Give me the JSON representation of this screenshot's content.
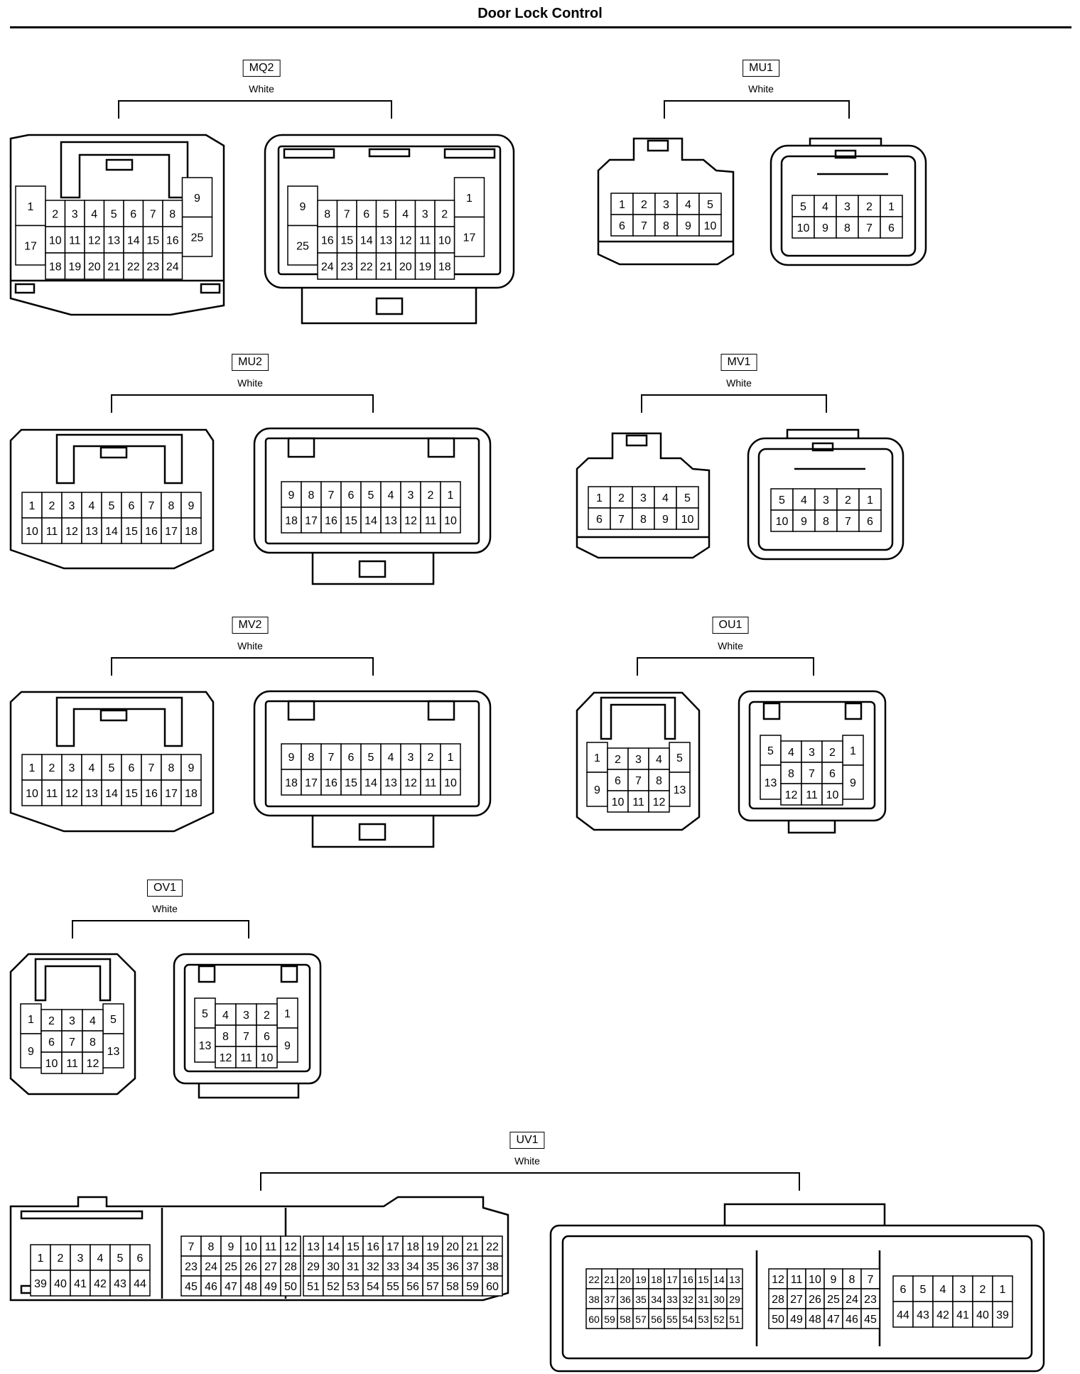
{
  "page": {
    "title": "Door Lock Control"
  },
  "connectors": [
    {
      "id": "mq2",
      "code": "MQ2",
      "color": "White",
      "plug_rows": [
        [
          "1",
          "2",
          "3",
          "4",
          "5",
          "6",
          "7",
          "8",
          "9"
        ],
        [
          "17",
          "10",
          "11",
          "12",
          "13",
          "14",
          "15",
          "16",
          "25"
        ],
        [
          "18",
          "19",
          "20",
          "21",
          "22",
          "23",
          "24"
        ]
      ],
      "socket_rows": [
        [
          "9",
          "8",
          "7",
          "6",
          "5",
          "4",
          "3",
          "2",
          "1"
        ],
        [
          "25",
          "16",
          "15",
          "14",
          "13",
          "12",
          "11",
          "10",
          "17"
        ],
        [
          "24",
          "23",
          "22",
          "21",
          "20",
          "19",
          "18"
        ]
      ]
    },
    {
      "id": "mu1",
      "code": "MU1",
      "color": "White",
      "plug_rows": [
        [
          "1",
          "2",
          "3",
          "4",
          "5"
        ],
        [
          "6",
          "7",
          "8",
          "9",
          "10"
        ]
      ],
      "socket_rows": [
        [
          "5",
          "4",
          "3",
          "2",
          "1"
        ],
        [
          "10",
          "9",
          "8",
          "7",
          "6"
        ]
      ]
    },
    {
      "id": "mu2",
      "code": "MU2",
      "color": "White",
      "plug_rows": [
        [
          "1",
          "2",
          "3",
          "4",
          "5",
          "6",
          "7",
          "8",
          "9"
        ],
        [
          "10",
          "11",
          "12",
          "13",
          "14",
          "15",
          "16",
          "17",
          "18"
        ]
      ],
      "socket_rows": [
        [
          "9",
          "8",
          "7",
          "6",
          "5",
          "4",
          "3",
          "2",
          "1"
        ],
        [
          "18",
          "17",
          "16",
          "15",
          "14",
          "13",
          "12",
          "11",
          "10"
        ]
      ]
    },
    {
      "id": "mv1",
      "code": "MV1",
      "color": "White",
      "plug_rows": [
        [
          "1",
          "2",
          "3",
          "4",
          "5"
        ],
        [
          "6",
          "7",
          "8",
          "9",
          "10"
        ]
      ],
      "socket_rows": [
        [
          "5",
          "4",
          "3",
          "2",
          "1"
        ],
        [
          "10",
          "9",
          "8",
          "7",
          "6"
        ]
      ]
    },
    {
      "id": "mv2",
      "code": "MV2",
      "color": "White",
      "plug_rows": [
        [
          "1",
          "2",
          "3",
          "4",
          "5",
          "6",
          "7",
          "8",
          "9"
        ],
        [
          "10",
          "11",
          "12",
          "13",
          "14",
          "15",
          "16",
          "17",
          "18"
        ]
      ],
      "socket_rows": [
        [
          "9",
          "8",
          "7",
          "6",
          "5",
          "4",
          "3",
          "2",
          "1"
        ],
        [
          "18",
          "17",
          "16",
          "15",
          "14",
          "13",
          "12",
          "11",
          "10"
        ]
      ]
    },
    {
      "id": "ou1",
      "code": "OU1",
      "color": "White",
      "plug_rows": [
        [
          "1",
          "2",
          "3",
          "4",
          "5"
        ],
        [
          "9",
          "6",
          "7",
          "8",
          "13"
        ],
        [
          "10",
          "11",
          "12"
        ]
      ],
      "socket_rows": [
        [
          "5",
          "4",
          "3",
          "2",
          "1"
        ],
        [
          "13",
          "8",
          "7",
          "6",
          "9"
        ],
        [
          "12",
          "11",
          "10"
        ]
      ]
    },
    {
      "id": "ov1",
      "code": "OV1",
      "color": "White",
      "plug_rows": [
        [
          "1",
          "2",
          "3",
          "4",
          "5"
        ],
        [
          "9",
          "6",
          "7",
          "8",
          "13"
        ],
        [
          "10",
          "11",
          "12"
        ]
      ],
      "socket_rows": [
        [
          "5",
          "4",
          "3",
          "2",
          "1"
        ],
        [
          "13",
          "8",
          "7",
          "6",
          "9"
        ],
        [
          "12",
          "11",
          "10"
        ]
      ]
    },
    {
      "id": "uv1",
      "code": "UV1",
      "color": "White",
      "plug_groups": [
        [
          [
            "1",
            "2",
            "3",
            "4",
            "5",
            "6"
          ],
          [
            "39",
            "40",
            "41",
            "42",
            "43",
            "44"
          ]
        ],
        [
          [
            "7",
            "8",
            "9",
            "10",
            "11",
            "12"
          ],
          [
            "23",
            "24",
            "25",
            "26",
            "27",
            "28"
          ],
          [
            "45",
            "46",
            "47",
            "48",
            "49",
            "50"
          ]
        ],
        [
          [
            "13",
            "14",
            "15",
            "16",
            "17",
            "18",
            "19",
            "20",
            "21",
            "22"
          ],
          [
            "29",
            "30",
            "31",
            "32",
            "33",
            "34",
            "35",
            "36",
            "37",
            "38"
          ],
          [
            "51",
            "52",
            "53",
            "54",
            "55",
            "56",
            "57",
            "58",
            "59",
            "60"
          ]
        ]
      ],
      "socket_groups": [
        [
          [
            "22",
            "21",
            "20",
            "19",
            "18",
            "17",
            "16",
            "15",
            "14",
            "13"
          ],
          [
            "38",
            "37",
            "36",
            "35",
            "34",
            "33",
            "32",
            "31",
            "30",
            "29"
          ],
          [
            "60",
            "59",
            "58",
            "57",
            "56",
            "55",
            "54",
            "53",
            "52",
            "51"
          ]
        ],
        [
          [
            "12",
            "11",
            "10",
            "9",
            "8",
            "7"
          ],
          [
            "28",
            "27",
            "26",
            "25",
            "24",
            "23"
          ],
          [
            "50",
            "49",
            "48",
            "47",
            "46",
            "45"
          ]
        ],
        [
          [
            "6",
            "5",
            "4",
            "3",
            "2",
            "1"
          ],
          [
            "44",
            "43",
            "42",
            "41",
            "40",
            "39"
          ]
        ]
      ]
    }
  ]
}
